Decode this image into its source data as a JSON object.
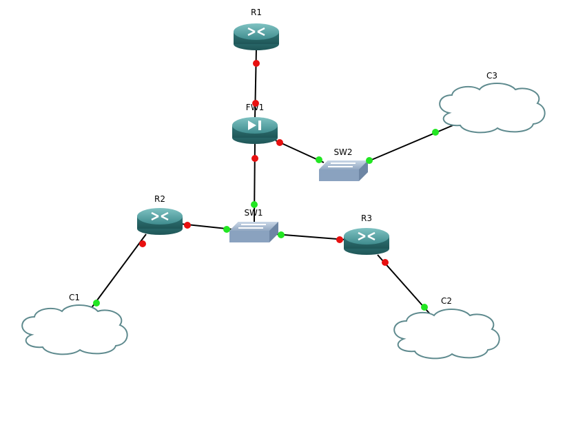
{
  "diagram": {
    "nodes": [
      {
        "id": "R1",
        "label": "R1",
        "type": "router"
      },
      {
        "id": "FW1",
        "label": "FW1",
        "type": "firewall"
      },
      {
        "id": "SW2",
        "label": "SW2",
        "type": "switch"
      },
      {
        "id": "C3",
        "label": "C3",
        "type": "cloud"
      },
      {
        "id": "R2",
        "label": "R2",
        "type": "router"
      },
      {
        "id": "SW1",
        "label": "SW1",
        "type": "switch"
      },
      {
        "id": "R3",
        "label": "R3",
        "type": "router"
      },
      {
        "id": "C1",
        "label": "C1",
        "type": "cloud"
      },
      {
        "id": "C2",
        "label": "C2",
        "type": "cloud"
      }
    ],
    "links": [
      {
        "from": "R1",
        "to": "FW1",
        "status_from": "down",
        "status_to": "down"
      },
      {
        "from": "FW1",
        "to": "SW2",
        "status_from": "down",
        "status_to": "up"
      },
      {
        "from": "SW2",
        "to": "C3",
        "status_from": "up",
        "status_to": "up"
      },
      {
        "from": "FW1",
        "to": "SW1",
        "status_from": "down",
        "status_to": "up"
      },
      {
        "from": "R2",
        "to": "SW1",
        "status_from": "down",
        "status_to": "up"
      },
      {
        "from": "SW1",
        "to": "R3",
        "status_from": "up",
        "status_to": "down"
      },
      {
        "from": "R2",
        "to": "C1",
        "status_from": "down",
        "status_to": "up"
      },
      {
        "from": "R3",
        "to": "C2",
        "status_from": "down",
        "status_to": "up"
      }
    ],
    "colors": {
      "up": "#22e622",
      "down": "#e81010",
      "link": "#000000",
      "router": "#3e8a8c",
      "switch": "#8aa2bf",
      "cloud_stroke": "#5e8a8e"
    }
  }
}
